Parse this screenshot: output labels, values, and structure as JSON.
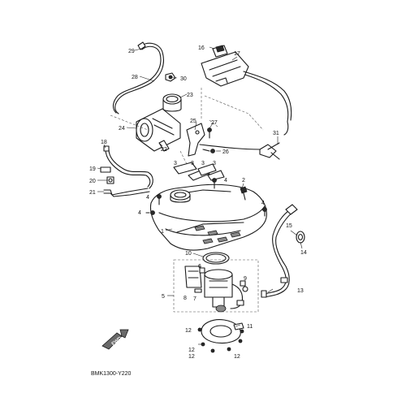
{
  "diagram": {
    "code": "BMK1300-Y220",
    "front_arrow_label": "FWD",
    "callouts": [
      {
        "id": "c1",
        "text": "1"
      },
      {
        "id": "c2",
        "text": "2"
      },
      {
        "id": "c3a",
        "text": "3"
      },
      {
        "id": "c3b",
        "text": "3"
      },
      {
        "id": "c3c",
        "text": "3"
      },
      {
        "id": "c3d",
        "text": "3"
      },
      {
        "id": "c4a",
        "text": "4"
      },
      {
        "id": "c4b",
        "text": "4"
      },
      {
        "id": "c4c",
        "text": "4"
      },
      {
        "id": "c4d",
        "text": "4"
      },
      {
        "id": "c5",
        "text": "5"
      },
      {
        "id": "c6",
        "text": "6"
      },
      {
        "id": "c7",
        "text": "7"
      },
      {
        "id": "c8",
        "text": "8"
      },
      {
        "id": "c9",
        "text": "9"
      },
      {
        "id": "c10",
        "text": "10"
      },
      {
        "id": "c11",
        "text": "11"
      },
      {
        "id": "c12a",
        "text": "12"
      },
      {
        "id": "c12b",
        "text": "12"
      },
      {
        "id": "c12c",
        "text": "12"
      },
      {
        "id": "c12d",
        "text": "12"
      },
      {
        "id": "c13",
        "text": "13"
      },
      {
        "id": "c14",
        "text": "14"
      },
      {
        "id": "c15",
        "text": "15"
      },
      {
        "id": "c16",
        "text": "16"
      },
      {
        "id": "c17",
        "text": "17"
      },
      {
        "id": "c18",
        "text": "18"
      },
      {
        "id": "c19",
        "text": "19"
      },
      {
        "id": "c20",
        "text": "20"
      },
      {
        "id": "c21",
        "text": "21"
      },
      {
        "id": "c22",
        "text": "22"
      },
      {
        "id": "c23",
        "text": "23"
      },
      {
        "id": "c24",
        "text": "24"
      },
      {
        "id": "c25",
        "text": "25"
      },
      {
        "id": "c26",
        "text": "26"
      },
      {
        "id": "c27",
        "text": "27"
      },
      {
        "id": "c28",
        "text": "28"
      },
      {
        "id": "c29",
        "text": "29"
      },
      {
        "id": "c30",
        "text": "30"
      },
      {
        "id": "c31",
        "text": "31"
      }
    ]
  }
}
